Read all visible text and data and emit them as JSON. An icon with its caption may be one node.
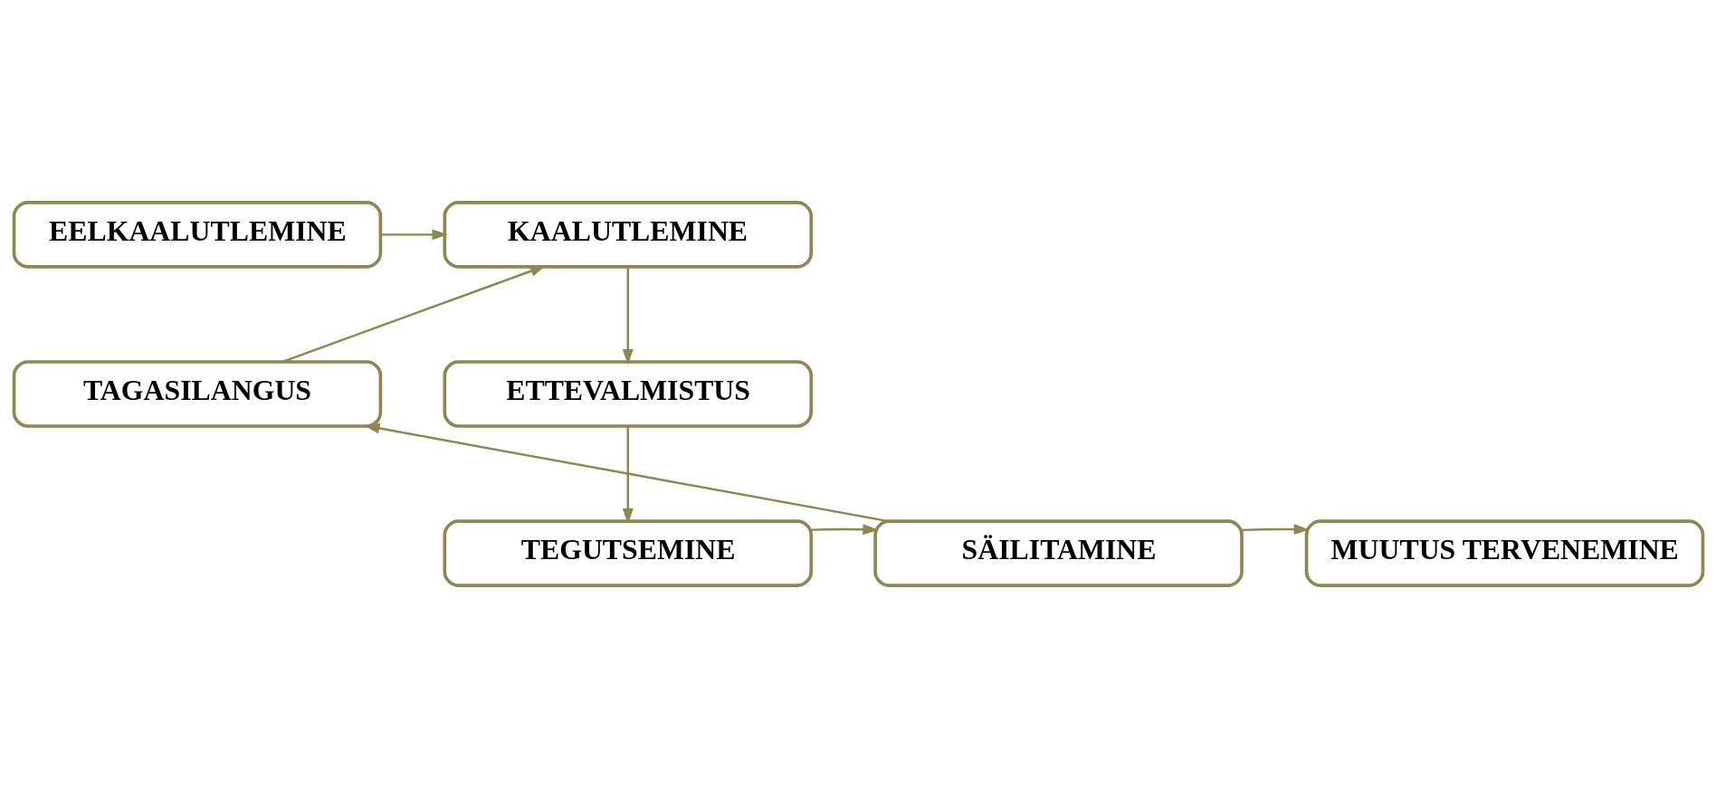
{
  "diagram": {
    "nodes": [
      {
        "text": [
          "EELKAALUTLEMINE"
        ]
      },
      {
        "text": [
          "KAALUTLEMINE"
        ]
      },
      {
        "text": [
          "TAGASILANGUS"
        ]
      },
      {
        "text": [
          "ETTEVALMISTUS"
        ]
      },
      {
        "text": [
          "MUUTUS TERVENEMINE"
        ]
      },
      {
        "text": [
          "SÄILITAMINE"
        ]
      },
      {
        "text": [
          "TEGUTSEMINE"
        ]
      }
    ],
    "edges": [
      {
        "from": 0,
        "to": 1,
        "arrow": "to"
      },
      {
        "from": 1,
        "to": 3,
        "arrow": "to"
      },
      {
        "from": 3,
        "to": 6,
        "arrow": "to"
      },
      {
        "from": 6,
        "to": 5,
        "arrow": "to"
      },
      {
        "from": 5,
        "to": 2,
        "arrow": "to"
      },
      {
        "from": 2,
        "to": 1,
        "arrow": "to"
      },
      {
        "from": 5,
        "to": 4,
        "arrow": "to"
      }
    ]
  }
}
